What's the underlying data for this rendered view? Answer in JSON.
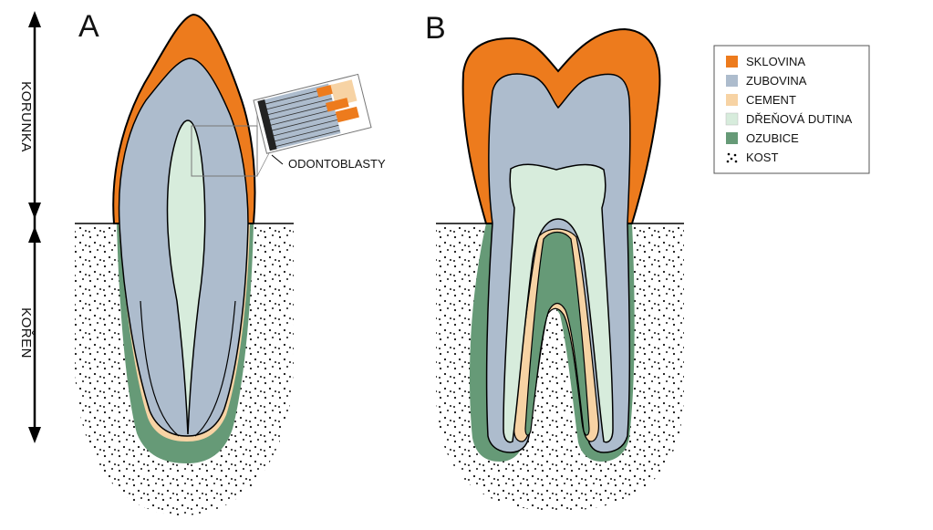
{
  "panels": {
    "a": "A",
    "b": "B"
  },
  "axis": {
    "crown": "KORUNKA",
    "root": "KOŘEN"
  },
  "callout": "ODONTOBLASTY",
  "legend": [
    {
      "key": "enamel",
      "label": "SKLOVINA",
      "color": "#ed7b1d"
    },
    {
      "key": "dentin",
      "label": "ZUBOVINA",
      "color": "#adbccd"
    },
    {
      "key": "cement",
      "label": "CEMENT",
      "color": "#f7d3a4"
    },
    {
      "key": "pulp",
      "label": "DŘEŇOVÁ DUTINA",
      "color": "#d7ecdc"
    },
    {
      "key": "gum",
      "label": "OZUBICE",
      "color": "#669a77"
    },
    {
      "key": "bone",
      "label": "KOST",
      "color": "#000000"
    }
  ]
}
